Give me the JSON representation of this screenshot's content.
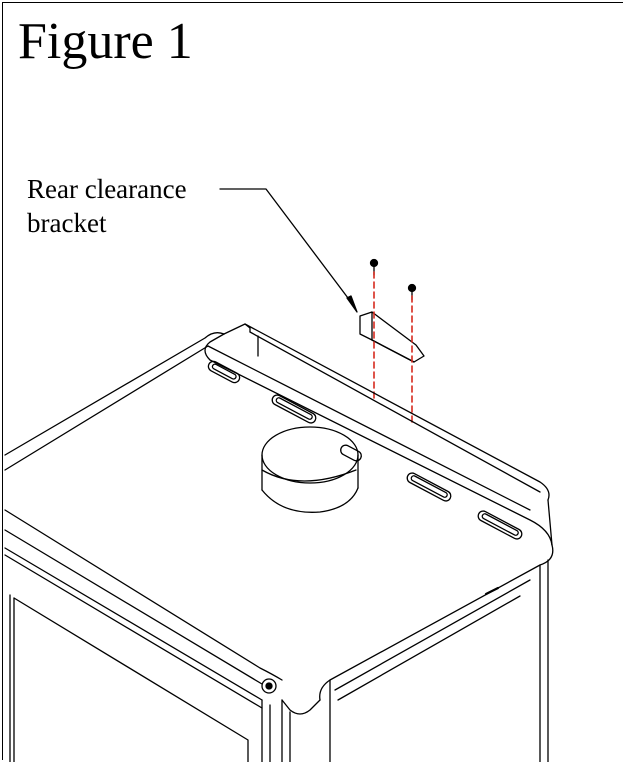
{
  "figure": {
    "title": "Figure 1"
  },
  "callout": {
    "line1": "Rear clearance",
    "line2": "bracket"
  },
  "colors": {
    "line": "#000000",
    "screw_guide": "#d62a1e",
    "background": "#ffffff"
  },
  "icons": {
    "bracket": "bracket-icon",
    "screw": "screw-icon"
  }
}
